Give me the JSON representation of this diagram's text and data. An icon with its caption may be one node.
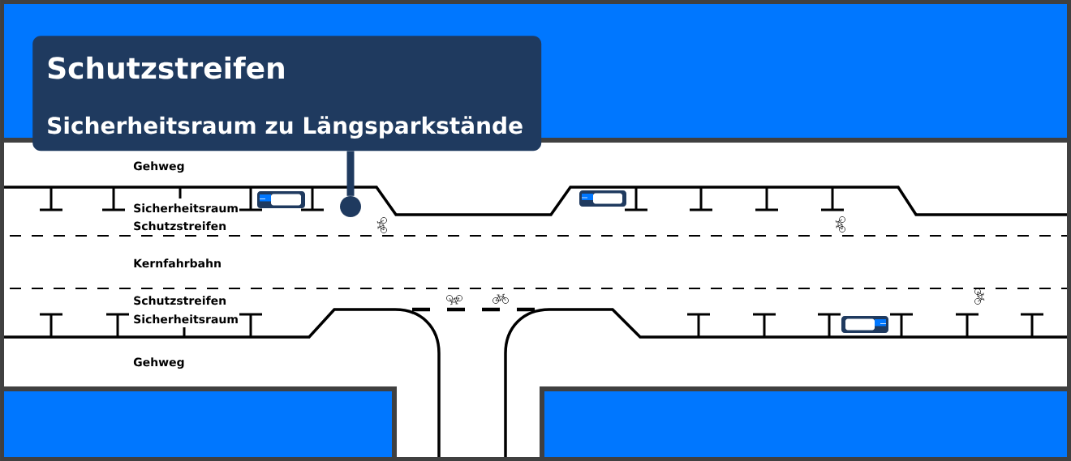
{
  "diagram": {
    "nodes": [
      {
        "text": [
          "Schutzstreifen",
          "Sicherheitsraum zu Längsparkstände"
        ]
      },
      {
        "text": [],
        "shape": "circle"
      }
    ],
    "edges": [
      {
        "from": 0,
        "to": 1,
        "arrow": "none"
      }
    ],
    "labels": [
      "Gehweg",
      "Sicherheitsraum",
      "Schutzstreifen",
      "Kernfahrbahn",
      "Schutzstreifen",
      "Sicherheitsraum",
      "Gehweg"
    ]
  }
}
